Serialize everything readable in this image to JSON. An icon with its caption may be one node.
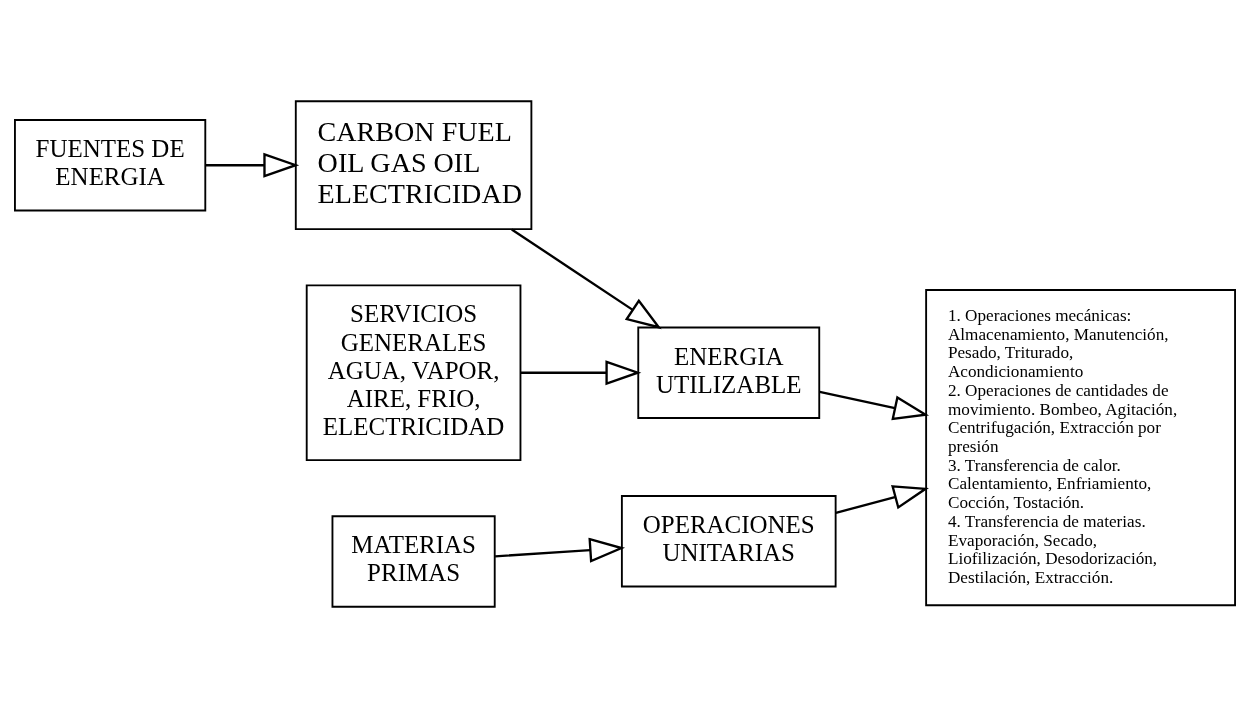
{
  "diagram": {
    "nodes": [
      {
        "text": [
          "FUENTES DE ENERGIA"
        ]
      },
      {
        "text": [
          "SERVICIOS GENERALES AGUA, VAPOR, AIRE, FRIO, ELECTRICIDAD"
        ]
      },
      {
        "text": [
          "MATERIAS PRIMAS"
        ]
      },
      {
        "text": [
          "1. Operaciones mecánicas: Almacenamiento, Manutención, Pesado, Triturado, Acondicionamiento",
          "2. Operaciones de cantidades de movimiento. Bombeo, Agitación, Centrifugación, Extracción por presión",
          "3. Transferencia de calor. Calentamiento, Enfriamiento, Cocción, Tostación.",
          "4. Transferencia de materias. Evaporación, Secado, Liofilización, Desodorización, Destilación, Extracción."
        ]
      },
      {
        "text": [
          "CARBON FUEL OIL GAS OIL ELECTRICIDAD"
        ]
      },
      {
        "text": [
          "OPERACIONES UNITARIAS"
        ]
      },
      {
        "text": [
          "ENERGIA UTILIZABLE"
        ]
      }
    ],
    "edges": [
      {
        "from": 0,
        "to": 4,
        "arrow": "to"
      },
      {
        "from": 1,
        "to": 6,
        "arrow": "to"
      },
      {
        "from": 2,
        "to": 5,
        "arrow": "to"
      },
      {
        "from": 5,
        "to": 3,
        "arrow": "to"
      },
      {
        "from": 4,
        "to": 6,
        "arrow": "to"
      },
      {
        "from": 6,
        "to": 3,
        "arrow": "to"
      }
    ]
  }
}
